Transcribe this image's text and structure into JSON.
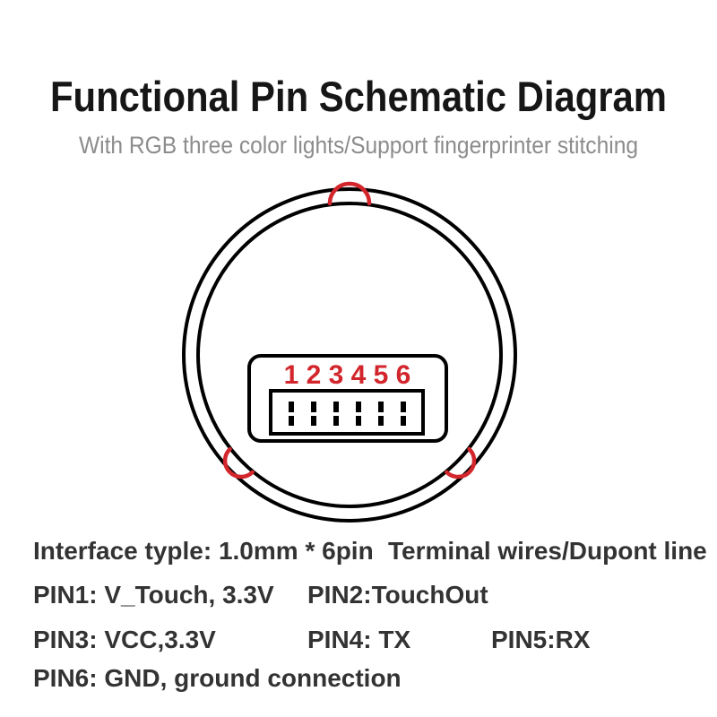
{
  "header": {
    "title": "Functional Pin Schematic Diagram",
    "subtitle": "With RGB three color lights/Support fingerprinter stitching"
  },
  "diagram": {
    "pin_numbers": [
      "1",
      "2",
      "3",
      "4",
      "5",
      "6"
    ]
  },
  "specs": {
    "interface_type": "Interface typle: 1.0mm * 6pin",
    "wire_type": "Terminal wires/Dupont line",
    "pin1": "PIN1: V_Touch, 3.3V",
    "pin2": "PIN2:TouchOut",
    "pin3": "PIN3: VCC,3.3V",
    "pin4": "PIN4: TX",
    "pin5": "PIN5:RX",
    "pin6": "PIN6: GND, ground connection"
  },
  "colors": {
    "accent_red": "#d2262c",
    "line_black": "#000000",
    "title_black": "#161616",
    "body_text": "#333333",
    "subtitle_gray": "#8c8c8c",
    "background": "#ffffff"
  }
}
